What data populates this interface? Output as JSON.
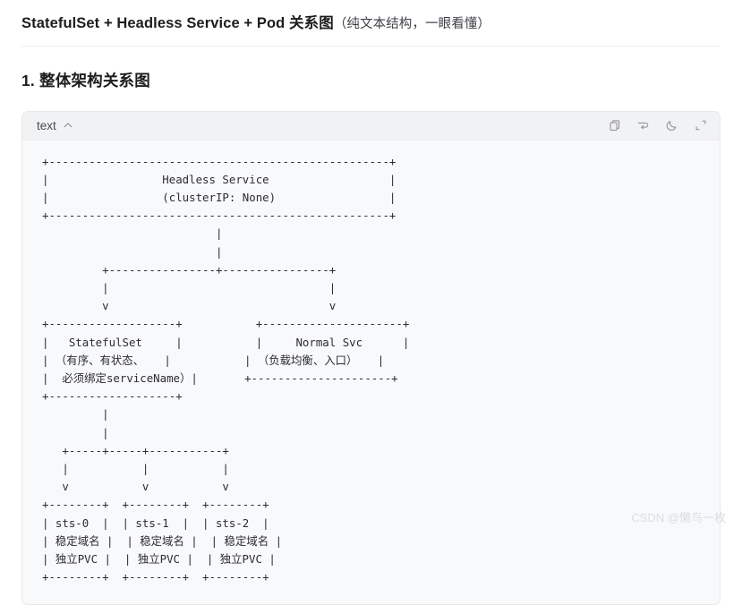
{
  "document": {
    "title_main": "StatefulSet + Headless Service + Pod 关系图",
    "title_note": "（纯文本结构，一眼看懂）",
    "section_heading": "1. 整体架构关系图"
  },
  "code_block": {
    "language_label": "text",
    "collapse_icon": "chevron-up-icon",
    "tools": [
      {
        "name": "copy-icon",
        "label": "复制"
      },
      {
        "name": "wrap-text-icon",
        "label": "换行"
      },
      {
        "name": "moon-icon",
        "label": "暗色"
      },
      {
        "name": "expand-icon",
        "label": "全屏"
      }
    ],
    "ascii_art": "+---------------------------------------------------+\n|                 Headless Service                  |\n|                 (clusterIP: None)                 |\n+---------------------------------------------------+\n                          |\n                          |\n         +----------------+----------------+\n         |                                 |\n         v                                 v\n+-------------------+           +---------------------+\n|   StatefulSet     |           |     Normal Svc      |\n| （有序、有状态、   |           | （负载均衡、入口）   |\n|  必须绑定serviceName）|       +---------------------+\n+-------------------+\n         |\n         |\n   +-----+-----+-----------+\n   |           |           |\n   v           v           v\n+--------+  +--------+  +--------+\n| sts-0  |  | sts-1  |  | sts-2  |\n| 稳定域名 |  | 稳定域名 |  | 稳定域名 |\n| 独立PVC |  | 独立PVC |  | 独立PVC |\n+--------+  +--------+  +--------+",
    "diagram": {
      "type": "tree",
      "nodes": [
        {
          "id": "headless-service",
          "lines": [
            "Headless Service",
            "(clusterIP: None)"
          ]
        },
        {
          "id": "statefulset",
          "lines": [
            "StatefulSet",
            "（有序、有状态、",
            "必须绑定serviceName）"
          ]
        },
        {
          "id": "normal-svc",
          "lines": [
            "Normal Svc",
            "（负载均衡、入口）"
          ]
        },
        {
          "id": "sts-0",
          "lines": [
            "sts-0",
            "稳定域名",
            "独立PVC"
          ]
        },
        {
          "id": "sts-1",
          "lines": [
            "sts-1",
            "稳定域名",
            "独立PVC"
          ]
        },
        {
          "id": "sts-2",
          "lines": [
            "sts-2",
            "稳定域名",
            "独立PVC"
          ]
        }
      ],
      "edges": [
        {
          "from": "headless-service",
          "to": "statefulset"
        },
        {
          "from": "headless-service",
          "to": "normal-svc"
        },
        {
          "from": "statefulset",
          "to": "sts-0"
        },
        {
          "from": "statefulset",
          "to": "sts-1"
        },
        {
          "from": "statefulset",
          "to": "sts-2"
        }
      ]
    }
  },
  "watermark": {
    "text": "CSDN @懒鸟一枚"
  },
  "colors": {
    "page_bg": "#ffffff",
    "code_bg": "#f8f9fb",
    "code_head_bg": "#f1f2f3",
    "border": "#e8e8ea",
    "text": "#222226",
    "watermark": "#dcdde0"
  }
}
